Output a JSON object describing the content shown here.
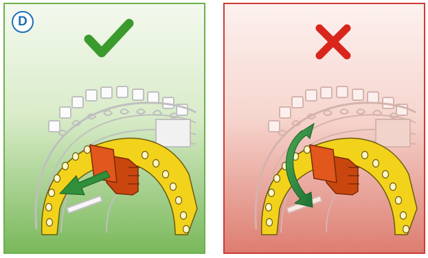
{
  "step_label": "D",
  "panels": [
    {
      "id": "correct",
      "status": "correct",
      "icon": "checkmark-icon",
      "border_color": "#6bb04a",
      "bg_top": "#f4f9ef",
      "bg_bottom": "#79b85b"
    },
    {
      "id": "wrong",
      "status": "incorrect",
      "icon": "cross-icon",
      "border_color": "#cc3a31",
      "bg_top": "#fdf1ef",
      "bg_bottom": "#dd7d70"
    }
  ],
  "colors": {
    "check": "#3a9a2c",
    "cross": "#d9261c",
    "part": "#e2571b",
    "arrow": "#2f8f3a",
    "rim": "#f2d21b"
  }
}
